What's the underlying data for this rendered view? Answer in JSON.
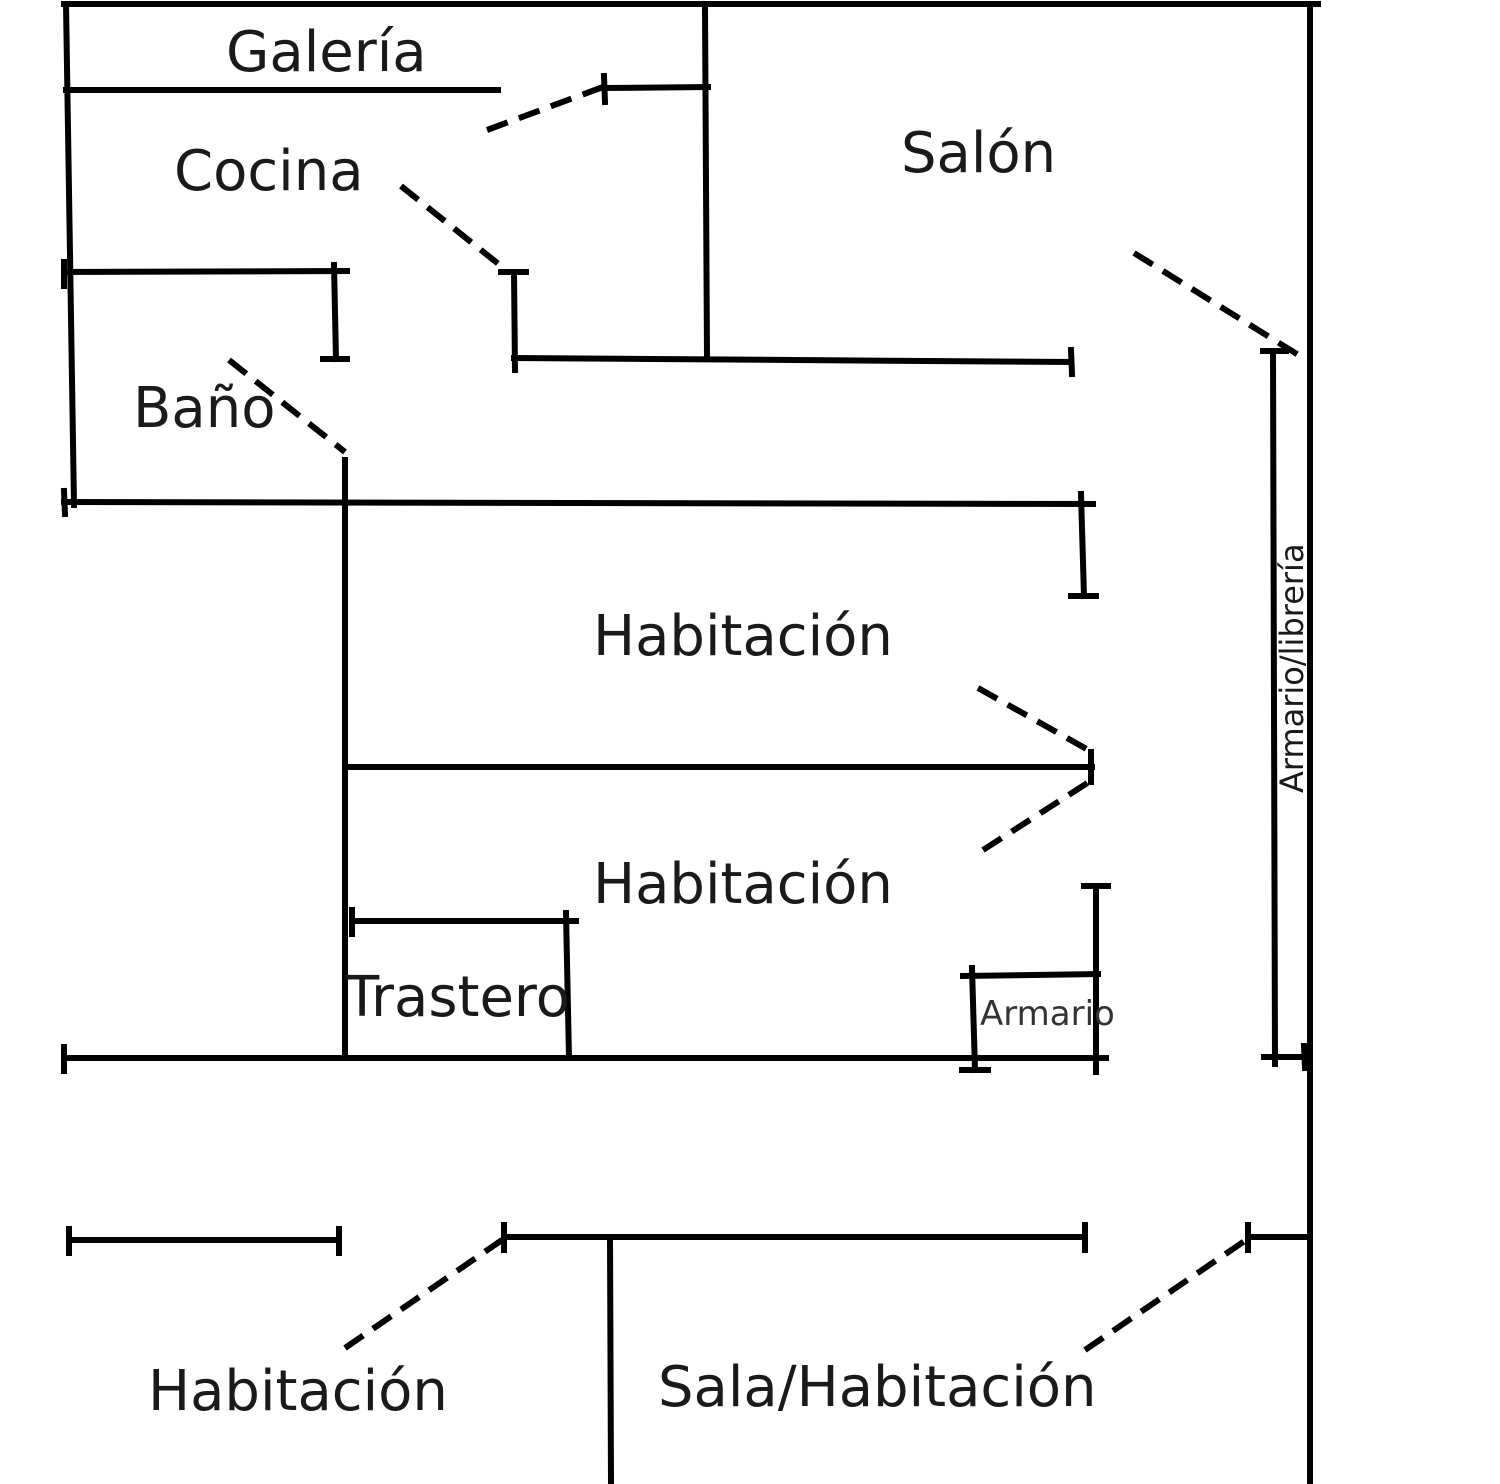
{
  "colors": {
    "background": "#ffffff",
    "walls": "#000000",
    "text": "#1a1a1a"
  },
  "rooms": {
    "galeria": "Galería",
    "cocina": "Cocina",
    "salon": "Salón",
    "bano": "Baño",
    "habitacion_1": "Habitación",
    "habitacion_2": "Habitación",
    "trastero": "Trastero",
    "armario": "Armario",
    "armario_libreria": "Armario/librería",
    "habitacion_3": "Habitación",
    "sala_habitacion": "Sala/Habitación"
  }
}
